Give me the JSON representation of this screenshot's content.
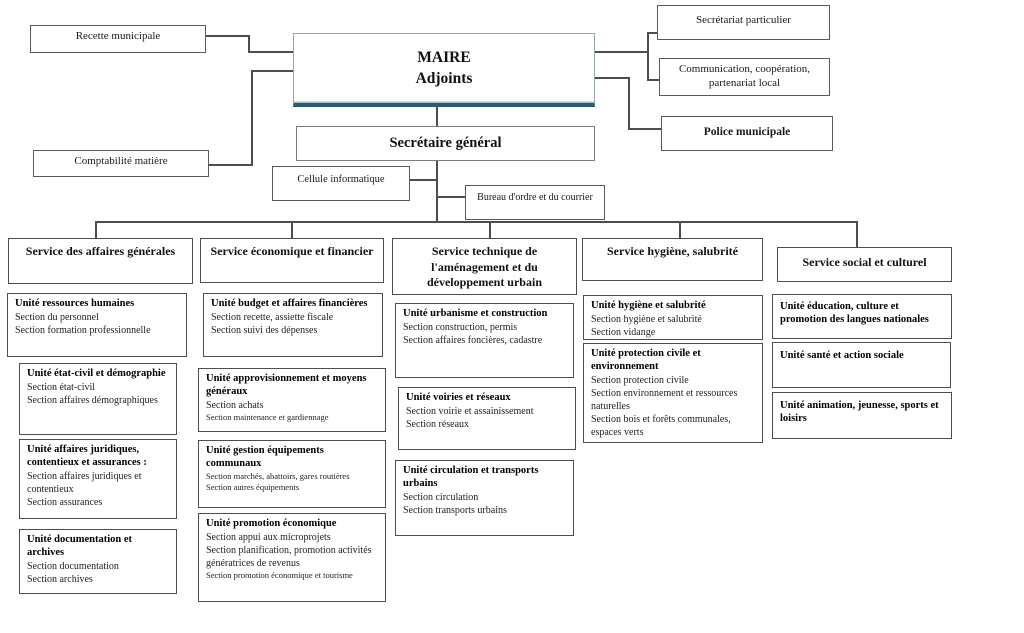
{
  "chart": {
    "type": "org-chart",
    "maire": {
      "title": "MAIRE",
      "subtitle": "Adjoints"
    },
    "secretaire_general": {
      "label": "Secrétaire général"
    },
    "left_units": [
      {
        "label": "Recette municipale"
      },
      {
        "label": "Comptabilité matière"
      }
    ],
    "right_units": [
      {
        "label": "Secrétariat particulier"
      },
      {
        "label": "Communication, coopération, partenariat local"
      },
      {
        "label": "Police municipale"
      }
    ],
    "staff_units": [
      {
        "label": "Cellule informatique"
      },
      {
        "label": "Bureau d'ordre et du courrier"
      }
    ],
    "services": [
      {
        "header": "Service des affaires générales",
        "units": [
          {
            "title": "Unité ressources humaines",
            "sections": [
              "Section du personnel",
              "Section formation professionnelle"
            ]
          },
          {
            "title": "Unité état-civil et démographie",
            "sections": [
              "Section état-civil",
              "Section affaires démographiques"
            ]
          },
          {
            "title": "Unité affaires juridiques, contentieux et assurances :",
            "sections": [
              "Section affaires juridiques et contentieux",
              "Section assurances"
            ]
          },
          {
            "title": "Unité documentation et archives",
            "sections": [
              "Section documentation",
              "Section archives"
            ]
          }
        ]
      },
      {
        "header": "Service économique et financier",
        "units": [
          {
            "title": "Unité budget et affaires financières",
            "sections": [
              "Section recette, assiette fiscale",
              "Section suivi des dépenses"
            ]
          },
          {
            "title": "Unité approvisionnement et moyens généraux",
            "sections": [
              "Section achats",
              "Section maintenance et gardiennage"
            ]
          },
          {
            "title": "Unité gestion équipements communaux",
            "sections": [
              "Section marchés, abattoirs, gares routières",
              "Section autres équipements"
            ]
          },
          {
            "title": "Unité promotion économique",
            "sections": [
              "Section appui aux microprojets",
              "Section planification, promotion activités génératrices de revenus",
              "Section promotion économique et tourisme"
            ]
          }
        ]
      },
      {
        "header": "Service technique de l'aménagement et du développement urbain",
        "units": [
          {
            "title": "Unité urbanisme et construction",
            "sections": [
              "Section construction, permis",
              "Section affaires foncières, cadastre"
            ]
          },
          {
            "title": "Unité voiries et réseaux",
            "sections": [
              "Section voirie et assainissement",
              "Section réseaux"
            ]
          },
          {
            "title": "Unité circulation et transports urbains",
            "sections": [
              "Section circulation",
              "Section transports urbains"
            ]
          }
        ]
      },
      {
        "header": "Service hygiène, salubrité",
        "units": [
          {
            "title": "Unité hygiène et salubrité",
            "sections": [
              "Section hygiène et salubrité",
              "Section vidange"
            ]
          },
          {
            "title": "Unité protection civile et environnement",
            "sections": [
              "Section protection civile",
              "Section environnement et ressources naturelles",
              "Section bois et forêts communales, espaces verts"
            ]
          }
        ]
      },
      {
        "header": "Service social et culturel",
        "units": [
          {
            "title": "Unité éducation, culture et promotion des langues nationales",
            "sections": []
          },
          {
            "title": "Unité santé et action sociale",
            "sections": []
          },
          {
            "title": "Unité animation, jeunesse, sports et loisirs",
            "sections": []
          }
        ]
      }
    ],
    "colors": {
      "accent": "#2e5a6b",
      "accent_light": "#9cc0cd",
      "line": "#4d4d4d"
    }
  }
}
